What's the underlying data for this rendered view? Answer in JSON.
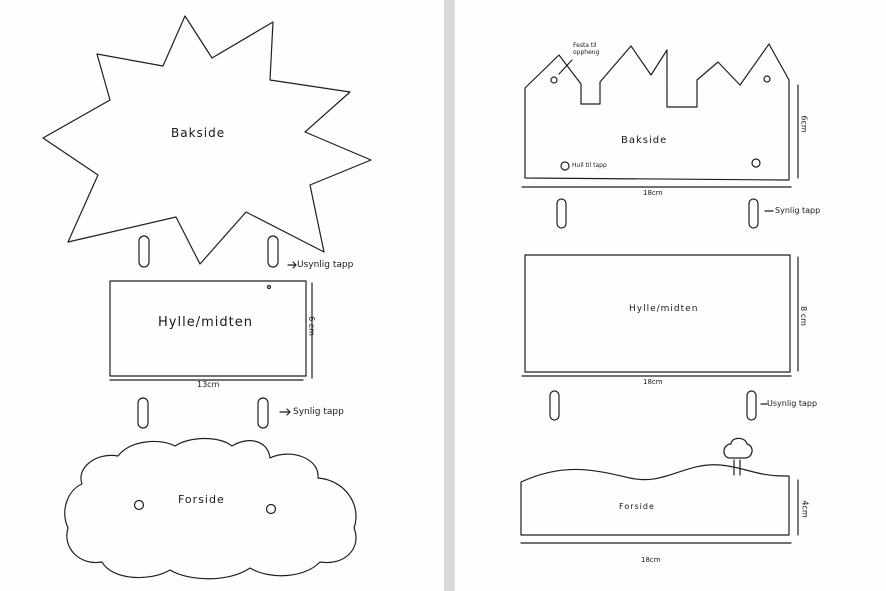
{
  "left_template": {
    "back": "Bakside",
    "shelf": "Hylle/midten",
    "shelf_height": "6 cm",
    "shelf_width": "13cm",
    "front": "Forside",
    "hidden_tab": "Usynlig tapp",
    "visible_tab": "Synlig tapp"
  },
  "right_template": {
    "hanging_hole": "Festa til oppheng",
    "back": "Bakside",
    "tab_hole": "Hull til tapp",
    "back_height": "6cm",
    "back_width": "18cm",
    "visible_tab": "Synlig tapp",
    "shelf": "Hylle/midten",
    "shelf_height": "8 cm",
    "shelf_width": "18cm",
    "hidden_tab": "Usynlig tapp",
    "front": "Forside",
    "front_height": "4cm",
    "front_width": "18cm"
  }
}
